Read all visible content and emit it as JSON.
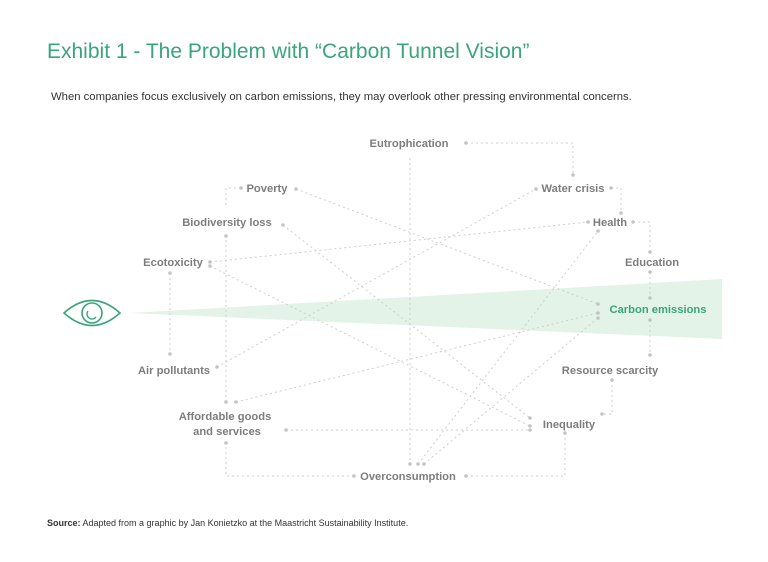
{
  "header": {
    "title": "Exhibit 1 - The Problem with “Carbon Tunnel Vision”",
    "subtitle": "When companies focus exclusively on carbon emissions, they may overlook other pressing environmental concerns."
  },
  "diagram": {
    "nodes": {
      "eutrophication": "Eutrophication",
      "poverty": "Poverty",
      "water_crisis": "Water crisis",
      "biodiversity_loss": "Biodiversity loss",
      "health": "Health",
      "ecotoxicity": "Ecotoxicity",
      "education": "Education",
      "carbon_emissions": "Carbon emissions",
      "air_pollutants": "Air pollutants",
      "resource_scarcity": "Resource scarcity",
      "affordable_goods_line1": "Affordable goods",
      "affordable_goods_line2": "and services",
      "inequality": "Inequality",
      "overconsumption": "Overconsumption"
    },
    "highlight_color": "#3aa57b",
    "eye_icon": "eye-icon"
  },
  "footer": {
    "source_label": "Source:",
    "source_text": " Adapted from a graphic by Jan Konietzko at the Maastricht Sustainability Institute."
  }
}
